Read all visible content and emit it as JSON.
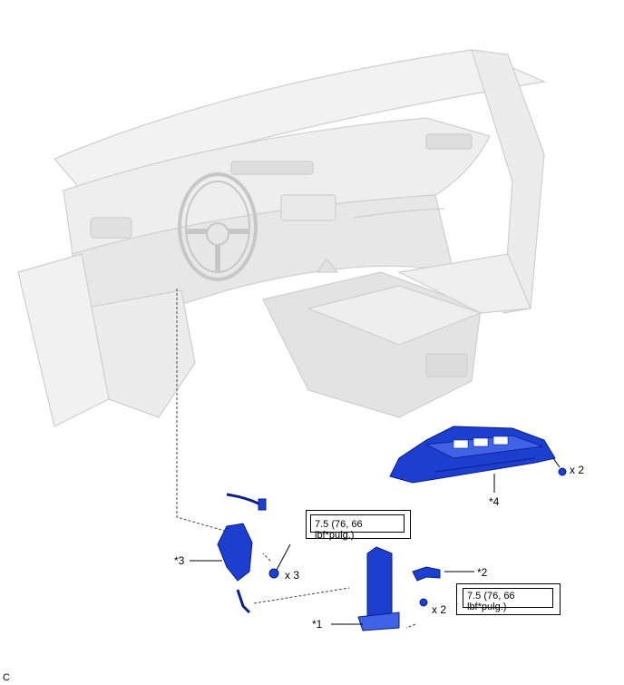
{
  "callouts": {
    "part1": "*1",
    "part2": "*2",
    "part3": "*3",
    "part4": "*4"
  },
  "quantities": {
    "bolts_pedal": "x 2",
    "nuts_sensor": "x 3",
    "screws_cover": "x 2"
  },
  "torque": {
    "sensor_nut": "7.5 (76, 66 lbf*pulg.)",
    "pedal_bolt": "7.5 (76, 66 lbf*pulg.)"
  },
  "corner_code": "C",
  "colors": {
    "part_blue": "#1d3fcf",
    "part_dark": "#0a1f8a",
    "interior_gray": "#e6e6e6",
    "outline_gray": "#c8c8c8"
  }
}
